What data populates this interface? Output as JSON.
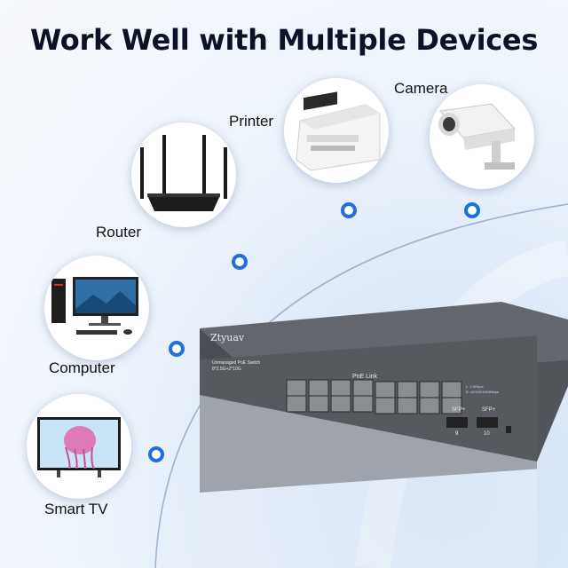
{
  "headline": "Work Well with Multiple Devices",
  "devices": [
    {
      "key": "router",
      "label": "Router",
      "icon": "router-icon"
    },
    {
      "key": "printer",
      "label": "Printer",
      "icon": "printer-icon"
    },
    {
      "key": "camera",
      "label": "Camera",
      "icon": "camera-icon"
    },
    {
      "key": "computer",
      "label": "Computer",
      "icon": "computer-icon"
    },
    {
      "key": "tv",
      "label": "Smart TV",
      "icon": "smart-tv-icon"
    }
  ],
  "switch": {
    "brand": "Ztyuav",
    "model_line1": "Unmanaged PoE Switch",
    "model_line2": "8*2.5G+2*10G",
    "ports_label": "PoE  Link",
    "led_legend_1": "L: 2.5Gbps",
    "led_legend_2": "B: 10/100/1000Mbps",
    "sfp1_label": "SFP+",
    "sfp2_label": "SFP+",
    "sfp1_number": "9",
    "sfp2_number": "10"
  },
  "colors": {
    "accent": "#1f6fe0",
    "switch_body": "#5a5d63",
    "headline": "#0c1226"
  }
}
